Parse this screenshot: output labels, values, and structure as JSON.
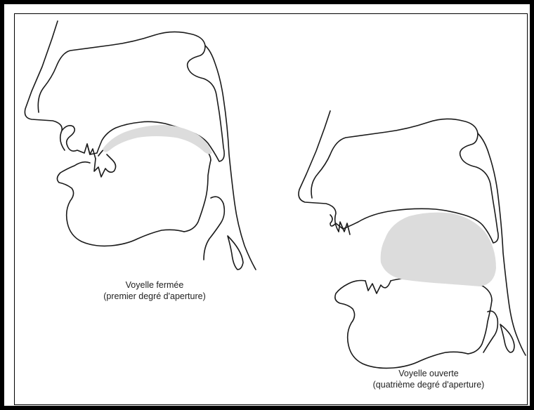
{
  "figure": {
    "closed_vowel": {
      "caption_line1": "Voyelle fermée",
      "caption_line2": "(premier degré d'aperture)"
    },
    "open_vowel": {
      "caption_line1": "Voyelle ouverte",
      "caption_line2": "(quatrième degré d'aperture)"
    },
    "colors": {
      "frame": "#000000",
      "outline": "#1a1a1a",
      "oral_cavity_fill": "#dcdcdc"
    }
  }
}
